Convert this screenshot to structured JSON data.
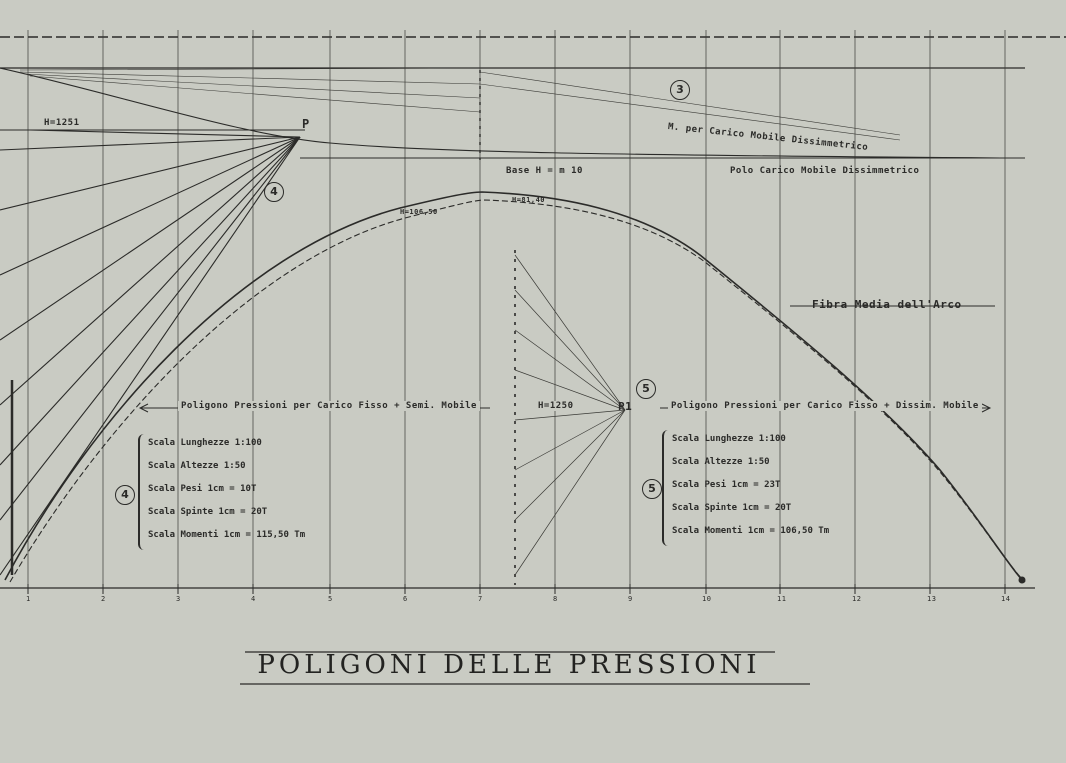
{
  "title": "POLIGONI DELLE PRESSIONI",
  "labels": {
    "h_left": "H=1251",
    "m_carico_mobile": "M. per Carico Mobile Dissimmetrico",
    "polo_carico_mobile": "Polo Carico Mobile Dissimmetrico",
    "base": "Base H = m 10",
    "h_crown_left": "H=106,50",
    "h_crown_right": "H=81,40",
    "fibra_media": "Fibra Media dell'Arco",
    "poligono_left": "Poligono Pressioni per Carico Fisso + Semi. Mobile",
    "poligono_right": "Poligono Pressioni per Carico Fisso + Dissim. Mobile",
    "h_mid": "H=1250",
    "pole_p1": "P1",
    "pole_p": "P"
  },
  "circles": {
    "c3": "3",
    "c4": "4",
    "c4b": "4",
    "c5": "5",
    "c5b": "5"
  },
  "scales_left": [
    "Scala Lunghezze 1:100",
    "Scala Altezze 1:50",
    "Scala Pesi 1cm = 10T",
    "Scala Spinte 1cm = 20T",
    "Scala Momenti 1cm = 115,50 Tm"
  ],
  "scales_right": [
    "Scala Lunghezze 1:100",
    "Scala Altezze 1:50",
    "Scala Pesi 1cm = 23T",
    "Scala Spinte 1cm = 20T",
    "Scala Momenti 1cm = 106,50 Tm"
  ],
  "axis_numbers": [
    "1",
    "2",
    "3",
    "4",
    "5",
    "6",
    "7",
    "8",
    "9",
    "10",
    "11",
    "12",
    "13",
    "14"
  ],
  "colors": {
    "paper": "#c9cbc3",
    "ink": "#2b2b29"
  }
}
